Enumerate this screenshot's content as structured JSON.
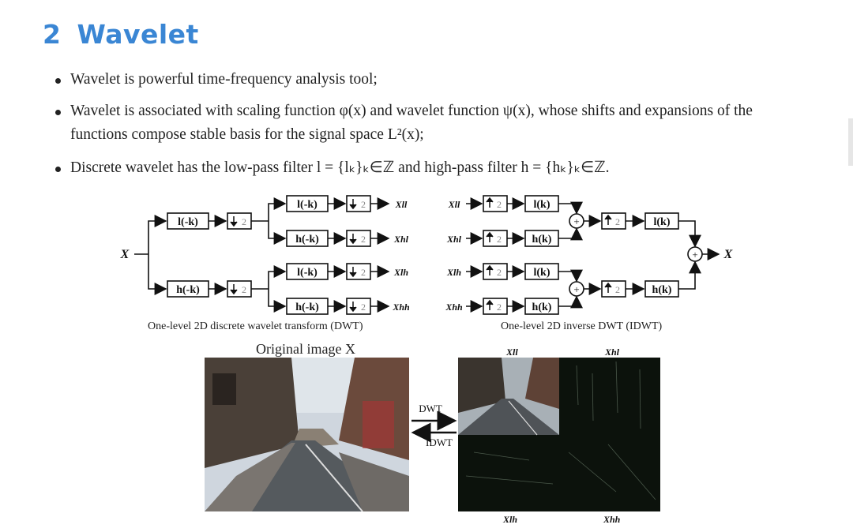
{
  "heading": {
    "number": "2",
    "title": "Wavelet"
  },
  "bullets": {
    "b1": "Wavelet is powerful time-frequency analysis tool;",
    "b2_line1": "Wavelet is associated with scaling function φ(x) and wavelet function ψ(x), whose shifts and expansions of the",
    "b2_line2": "functions compose stable basis for the signal space L²(x);",
    "b3": "Discrete wavelet has the low-pass filter l = {lₖ}ₖ∈ℤ and high-pass filter h = {hₖ}ₖ∈ℤ."
  },
  "dwt": {
    "input": "X",
    "filter_low_neg": "l(-k)",
    "filter_high_neg": "h(-k)",
    "down": "2",
    "out_ll": "Xll",
    "out_hl": "Xhl",
    "out_lh": "Xlh",
    "out_hh": "Xhh",
    "caption": "One-level 2D discrete wavelet transform (DWT)"
  },
  "idwt": {
    "in_ll": "Xll",
    "in_hl": "Xhl",
    "in_lh": "Xlh",
    "in_hh": "Xhh",
    "up": "2",
    "filter_low": "l(k)",
    "filter_high": "h(k)",
    "plus": "+",
    "output": "X",
    "caption": "One-level 2D inverse DWT (IDWT)"
  },
  "images": {
    "original_title": "Original image X",
    "dwt_arrow_label": "DWT",
    "idwt_arrow_label": "IDWT",
    "sub_ll": "Xll",
    "sub_hl": "Xhl",
    "sub_lh": "Xlh",
    "sub_hh": "Xhh"
  }
}
